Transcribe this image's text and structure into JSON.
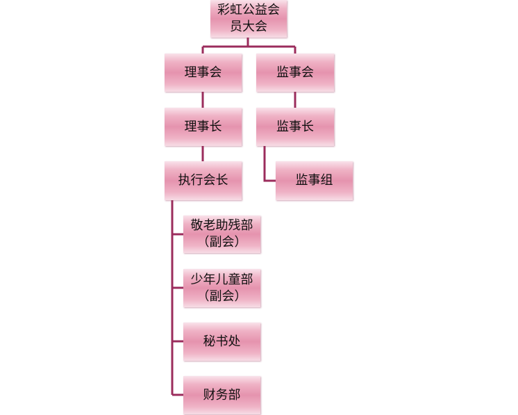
{
  "nodes": {
    "general_assembly": [
      "彩虹公益会",
      "员大会"
    ],
    "council": "理事会",
    "supervisory_board": "监事会",
    "chairman": "理事长",
    "chief_supervisor": "监事长",
    "supervisory_group": "监事组",
    "executive_president": "执行会长",
    "elderly_disabled_dept": [
      "敬老助残部",
      "（副会）"
    ],
    "youth_children_dept": [
      "少年儿童部",
      "（副会）"
    ],
    "secretariat": "秘书处",
    "finance_dept": "财务部"
  },
  "colors": {
    "connector": "#9b2c5c",
    "node_fill": "#e593ae"
  }
}
